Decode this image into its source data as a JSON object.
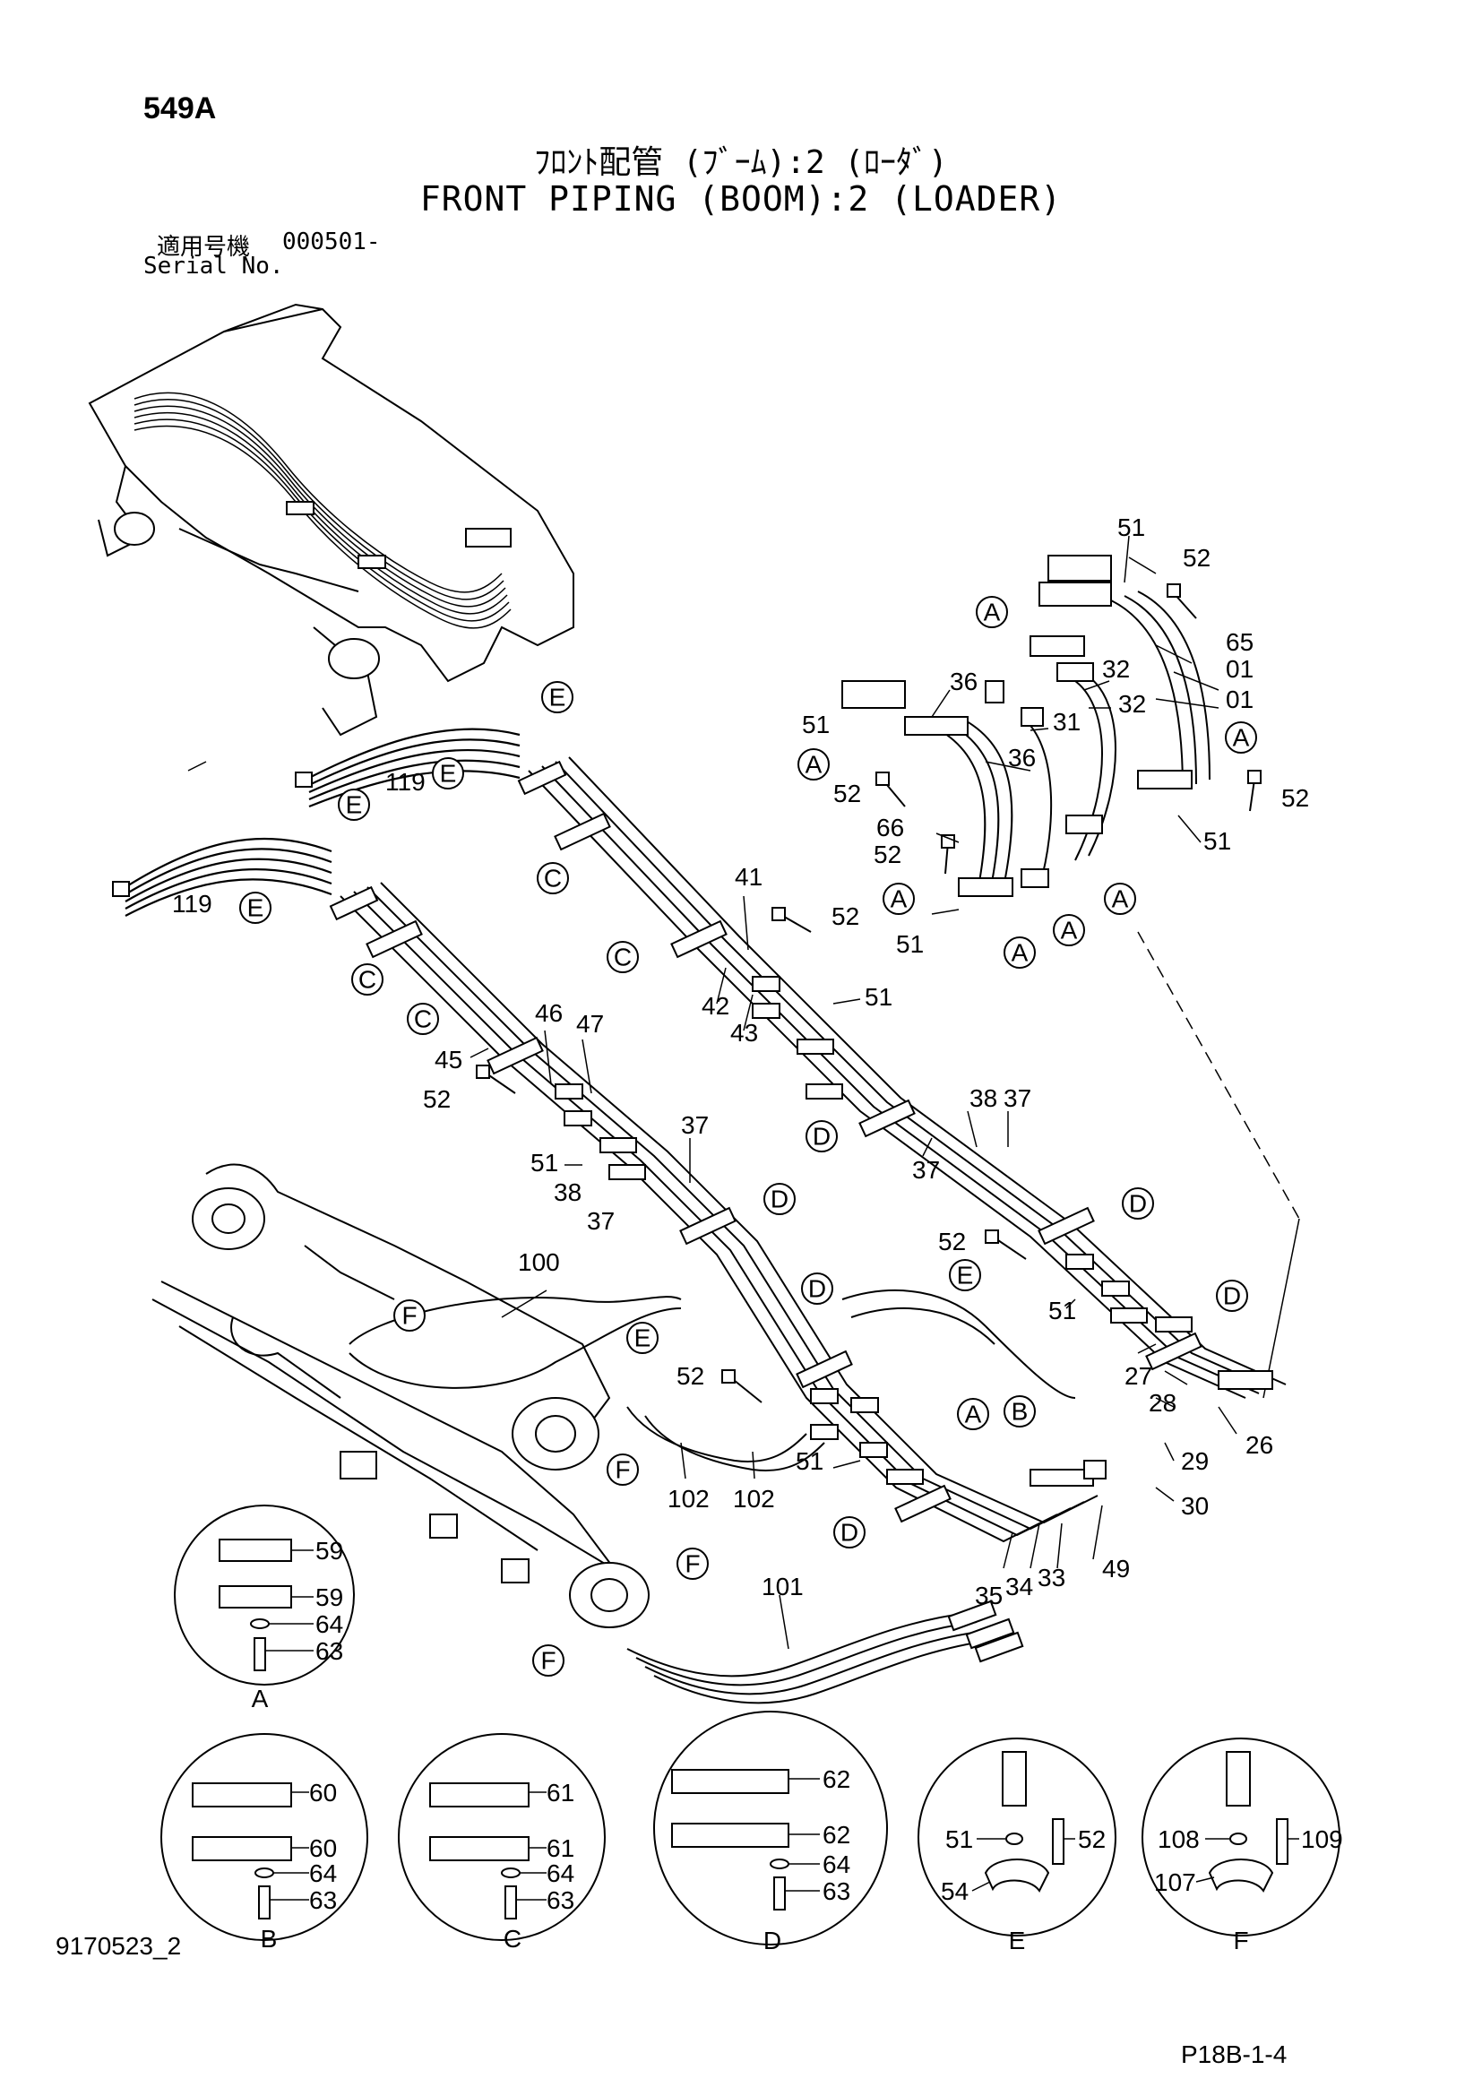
{
  "header": {
    "page_id": "549A",
    "title_jp": "ﾌﾛﾝﾄ配管 (ﾌﾞｰﾑ):2 (ﾛｰﾀﾞ)",
    "title_en": "FRONT PIPING (BOOM):2 (LOADER)",
    "serial_label_jp": "適用号機",
    "serial_value": "000501-",
    "serial_label_en": "Serial No."
  },
  "footer": {
    "drawing_no": "9170523_2",
    "page_ref": "P18B-1-4"
  },
  "part_labels": {
    "p01a": "01",
    "p01b": "01",
    "p26": "26",
    "p27": "27",
    "p28": "28",
    "p29": "29",
    "p30": "30",
    "p31": "31",
    "p32a": "32",
    "p32b": "32",
    "p33": "33",
    "p34": "34",
    "p35": "35",
    "p36a": "36",
    "p36b": "36",
    "p37a": "37",
    "p37b": "37",
    "p37c": "37",
    "p37d": "37",
    "p38a": "38",
    "p38b": "38",
    "p41": "41",
    "p42": "42",
    "p43": "43",
    "p45": "45",
    "p46": "46",
    "p47": "47",
    "p49": "49",
    "p51a": "51",
    "p51b": "51",
    "p51c": "51",
    "p51d": "51",
    "p51e": "51",
    "p51f": "51",
    "p51g": "51",
    "p51h": "51",
    "p52a": "52",
    "p52b": "52",
    "p52c": "52",
    "p52d": "52",
    "p52e": "52",
    "p52f": "52",
    "p52g": "52",
    "p52h": "52",
    "p65": "65",
    "p66": "66",
    "p100": "100",
    "p101": "101",
    "p102a": "102",
    "p102b": "102",
    "p119a": "119",
    "p119b": "119"
  },
  "callouts": {
    "A": "A",
    "B": "B",
    "C": "C",
    "D": "D",
    "E": "E",
    "F": "F"
  },
  "details": {
    "A": {
      "letter": "A",
      "parts": [
        "59",
        "59",
        "64",
        "63"
      ]
    },
    "B": {
      "letter": "B",
      "parts": [
        "60",
        "60",
        "64",
        "63"
      ]
    },
    "C": {
      "letter": "C",
      "parts": [
        "61",
        "61",
        "64",
        "63"
      ]
    },
    "D": {
      "letter": "D",
      "parts": [
        "62",
        "62",
        "64",
        "63"
      ]
    },
    "E": {
      "letter": "E",
      "parts": [
        "51",
        "52",
        "54"
      ]
    },
    "F": {
      "letter": "F",
      "parts": [
        "108",
        "109",
        "107"
      ]
    }
  }
}
